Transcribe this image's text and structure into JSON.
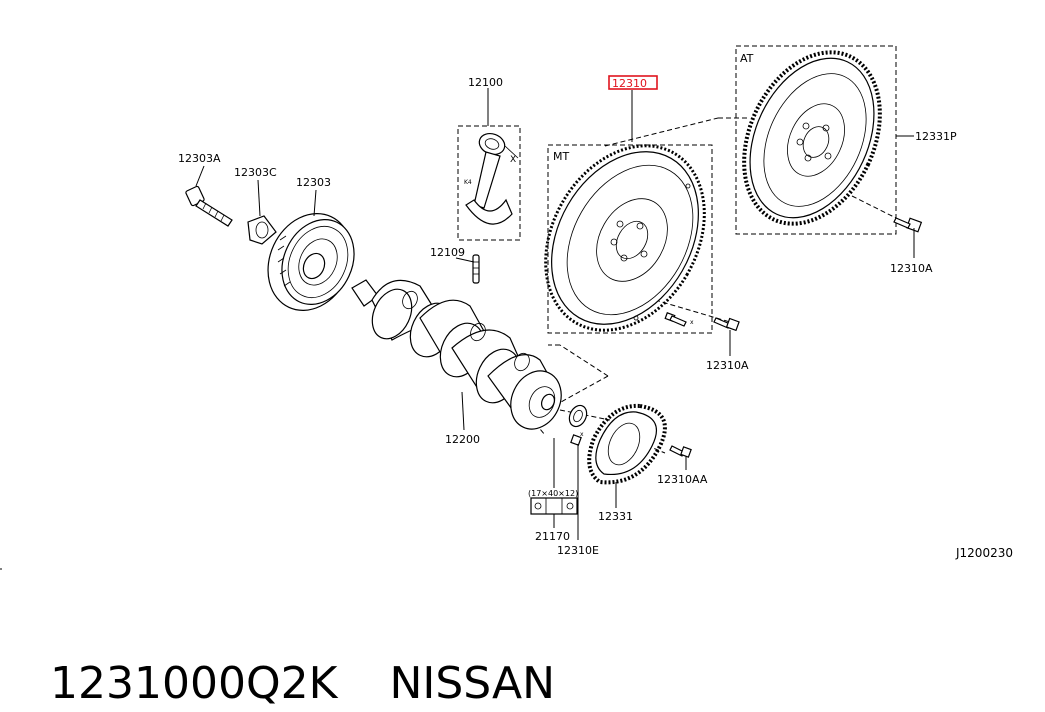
{
  "labels": {
    "p12100": "12100",
    "p12310": "12310",
    "p12303A": "12303A",
    "p12303C": "12303C",
    "p12303": "12303",
    "p12109": "12109",
    "p12200": "12200",
    "p12331P": "12331P",
    "p12310A_right": "12310A",
    "p12310A_mid": "12310A",
    "p12310AA": "12310AA",
    "p12331": "12331",
    "p21170": "21170",
    "p12310E": "12310E",
    "bearing_dims": "(17×40×12)",
    "mt": "MT",
    "at": "AT",
    "code": "J1200230"
  },
  "caption": {
    "part_number": "1231000Q2K",
    "brand": "NISSAN"
  },
  "colors": {
    "highlight": "#e0141e"
  }
}
